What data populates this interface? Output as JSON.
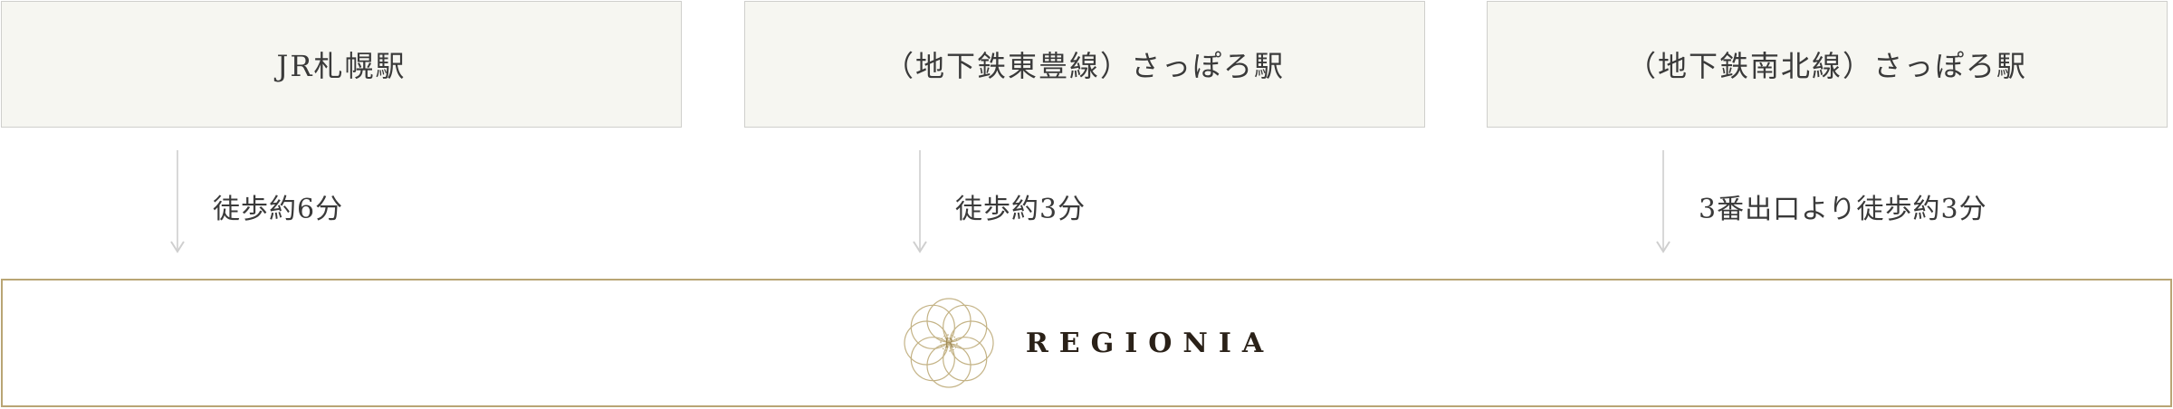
{
  "stations": [
    {
      "name": "JR札幌駅",
      "route": "徒歩約6分"
    },
    {
      "name": "（地下鉄東豊線）さっぽろ駅",
      "route": "徒歩約3分"
    },
    {
      "name": "（地下鉄南北線）さっぽろ駅",
      "route": "3番出口より徒歩約3分"
    }
  ],
  "destination": {
    "logo_text": "REGIONIA",
    "logo_letter": "R",
    "logo_icon": "flower-emblem-icon"
  },
  "colors": {
    "box_background": "#f6f6f1",
    "box_border": "#cfcfcc",
    "gold": "#b9a574",
    "text": "#3a3a3a",
    "arrow": "#d8d8d8"
  }
}
